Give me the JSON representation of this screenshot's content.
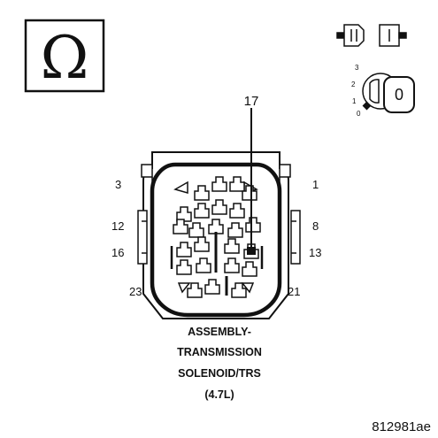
{
  "symbol": {
    "icon": "ohm-icon",
    "glyph": "Ω"
  },
  "connector_icon": {
    "icon": "disconnected-connector-icon"
  },
  "ignition_icon": {
    "icon": "ignition-key-icon",
    "positions": [
      "3",
      "2",
      "1",
      "0"
    ],
    "key_label": "0"
  },
  "callout": {
    "pin": "17"
  },
  "pin_labels": {
    "p3": "3",
    "p1": "1",
    "p12": "12",
    "p8": "8",
    "p16": "16",
    "p13": "13",
    "p23": "23",
    "p21": "21"
  },
  "caption": {
    "line1": "ASSEMBLY-",
    "line2": "TRANSMISSION",
    "line3": "SOLENOID/TRS",
    "line4": "(4.7L)"
  },
  "figure_id": "812981ae"
}
